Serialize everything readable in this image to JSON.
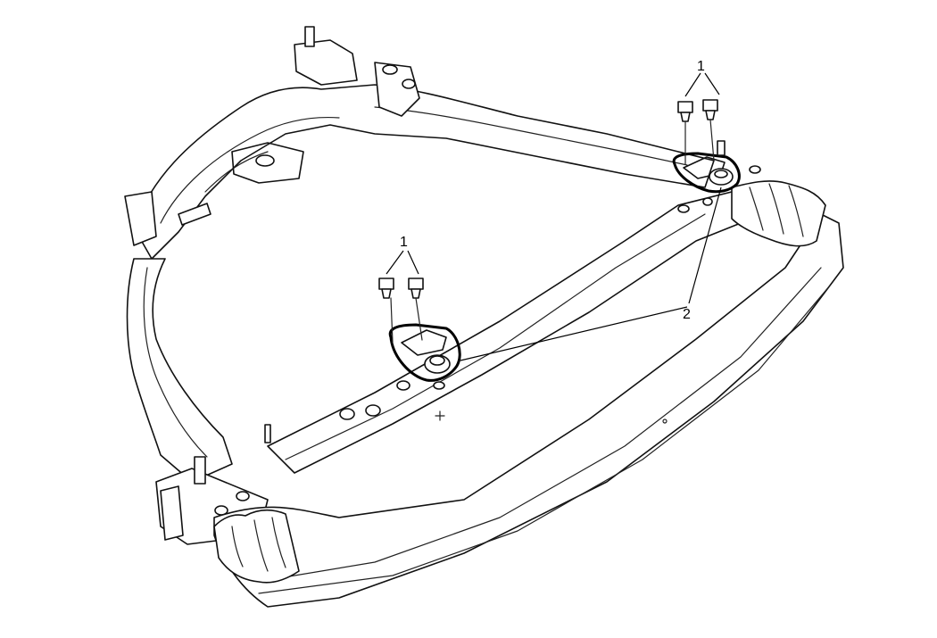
{
  "callouts": {
    "bolts_upper": "1",
    "bolts_lower": "1",
    "mounts": "2"
  },
  "colors": {
    "line": "#111111",
    "background": "#ffffff"
  }
}
